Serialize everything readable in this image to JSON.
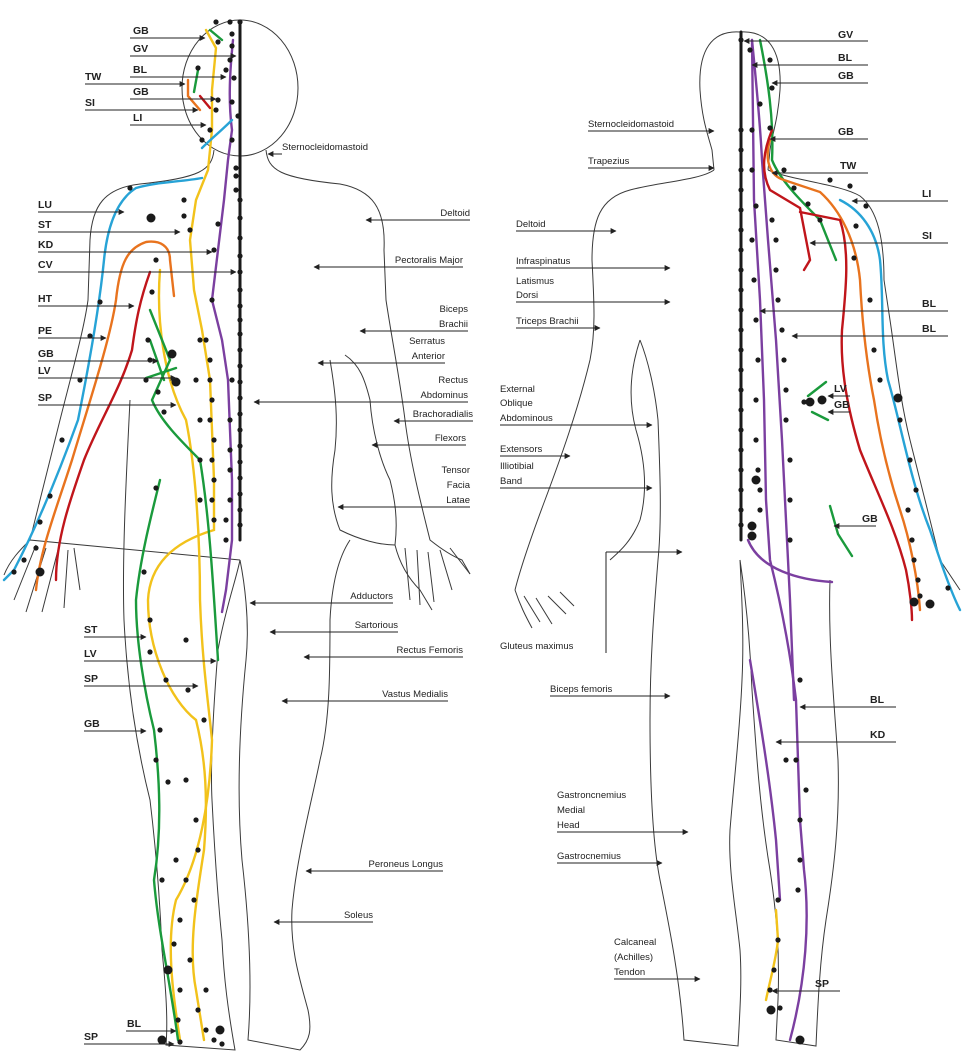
{
  "colors": {
    "outline": "#3a3a3a",
    "GB": "#1a9a3c",
    "ST": "#f2c21b",
    "BL": "#1a1a1a",
    "SP": "#f2c21b",
    "LU": "#27a3d6",
    "LI": "#27a3d6",
    "HT": "#c0151b",
    "SI": "#c0151b",
    "PE": "#e8731e",
    "TW": "#e8731e",
    "KD": "#7b3fa0",
    "LV": "#1a9a3c",
    "GV": "#1a1a1a",
    "CV": "#1a1a1a"
  },
  "front_meridian_labels": [
    "GB",
    "GV",
    "TW",
    "BL",
    "GB",
    "SI",
    "LI",
    "LU",
    "ST",
    "KD",
    "CV",
    "HT",
    "PE",
    "GB",
    "LV",
    "SP",
    "ST",
    "LV",
    "SP",
    "GB",
    "BL",
    "SP"
  ],
  "front_muscle_labels": [
    "Sternocleidomastoid",
    "Deltoid",
    "Pectoralis Major",
    "Biceps",
    "Brachii",
    "Serratus",
    "Anterior",
    "Rectus",
    "Abdominus",
    "Brachoradialis",
    "Flexors",
    "Tensor",
    "Facia",
    "Latae",
    "Adductors",
    "Sartorious",
    "Rectus Femoris",
    "Vastus Medialis",
    "Peroneus Longus",
    "Soleus"
  ],
  "back_muscle_labels": [
    "Sternocleidomastoid",
    "Trapezius",
    "Deltoid",
    "Infraspinatus",
    "Latismus",
    "Dorsi",
    "Triceps Brachii",
    "External",
    "Oblique",
    "Abdominous",
    "Extensors",
    "Illiotibial",
    "Band",
    "Gluteus maximus",
    "Biceps femoris",
    "Gastroncnemius",
    "Medial",
    "Head",
    "Gastrocnemius",
    "Calcaneal",
    "(Achilles)",
    "Tendon"
  ],
  "back_meridian_labels": [
    "GV",
    "BL",
    "GB",
    "GB",
    "TW",
    "LI",
    "SI",
    "BL",
    "BL",
    "LV",
    "GB",
    "GB",
    "BL",
    "KD",
    "SP"
  ]
}
